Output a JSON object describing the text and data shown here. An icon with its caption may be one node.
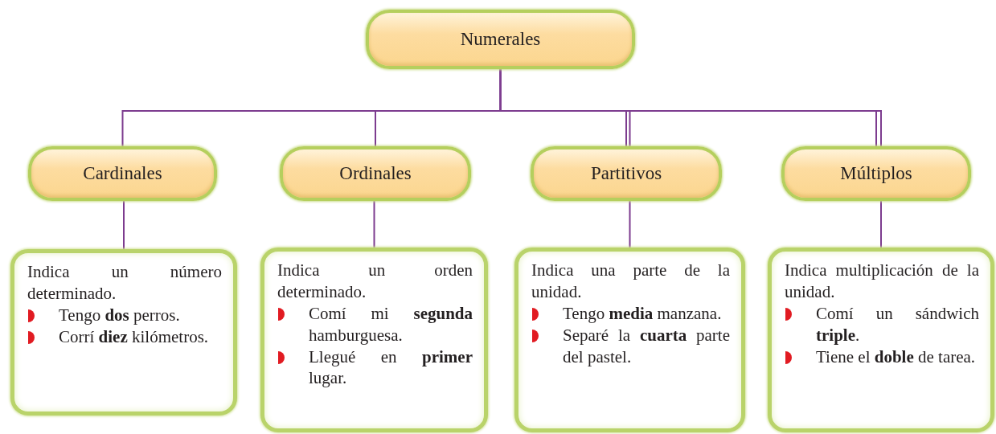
{
  "diagram": {
    "nodes": [
      {
        "text": [
          "Numerales"
        ]
      },
      {
        "text": [
          "Cardinales"
        ]
      },
      {
        "text": [
          "Ordinales"
        ]
      },
      {
        "text": [
          "Partitivos"
        ]
      },
      {
        "text": [
          "Múltiplos"
        ]
      },
      {
        "text": [
          "Indica un número determinado.",
          "Tengo **dos** perros.",
          "Corrí **diez** kilómetros."
        ]
      },
      {
        "text": [
          "Indica un orden determinado.",
          "Comí mi **segunda** hamburguesa.",
          "Llegué en **primer** lugar."
        ]
      },
      {
        "text": [
          "Indica una parte de la unidad.",
          "Tengo **media** manzana.",
          "Separé la **cuarta** parte del pastel."
        ]
      },
      {
        "text": [
          "Indica multiplicación de la unidad.",
          "Comí un sándwich **triple**.",
          "Tiene el **doble** de tarea."
        ]
      }
    ],
    "edges": [
      {
        "from": 0,
        "to": 1,
        "arrow": "none"
      },
      {
        "from": 0,
        "to": 2,
        "arrow": "none"
      },
      {
        "from": 0,
        "to": 3,
        "arrow": "none"
      },
      {
        "from": 0,
        "to": 4,
        "arrow": "none"
      },
      {
        "from": 1,
        "to": 5,
        "arrow": "none"
      },
      {
        "from": 2,
        "to": 6,
        "arrow": "none"
      },
      {
        "from": 3,
        "to": 7,
        "arrow": "none"
      },
      {
        "from": 4,
        "to": 8,
        "arrow": "none"
      }
    ]
  }
}
